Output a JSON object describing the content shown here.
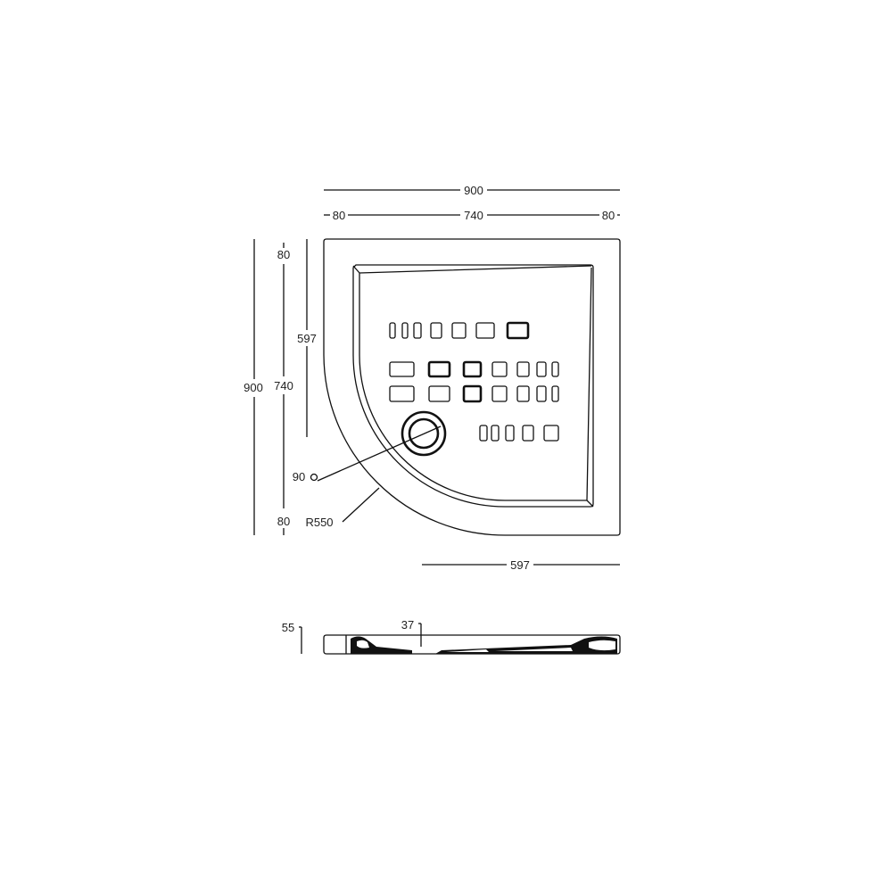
{
  "top_view": {
    "dims": {
      "overall_width": "900",
      "left_rim": "80",
      "inner_width": "740",
      "right_rim": "80",
      "overall_depth": "900",
      "top_rim": "80",
      "inner_depth": "740",
      "bottom_rim": "80",
      "straight_side_left": "597",
      "straight_side_bottom": "597",
      "drain": "90",
      "radius": "R550"
    }
  },
  "side_view": {
    "dims": {
      "height": "55",
      "tray_depth": "37"
    }
  },
  "colors": {
    "line": "#111111",
    "background": "#ffffff"
  }
}
